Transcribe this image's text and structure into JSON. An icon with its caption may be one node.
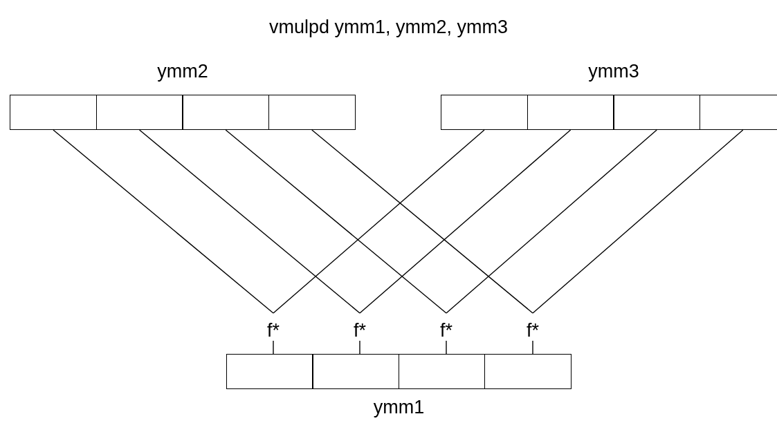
{
  "diagram": {
    "title": "vmulpd ymm1, ymm2, ymm3",
    "nodes": [
      {
        "text": [
          "ymm2"
        ]
      },
      {
        "text": [],
        "shape": "box",
        "in": 0
      },
      {
        "text": [],
        "shape": "box",
        "in": 0
      },
      {
        "text": [],
        "shape": "box",
        "in": 0
      },
      {
        "text": [],
        "shape": "box",
        "in": 0
      },
      {
        "text": [
          "ymm3"
        ]
      },
      {
        "text": [],
        "shape": "box",
        "in": 5
      },
      {
        "text": [],
        "shape": "box",
        "in": 5
      },
      {
        "text": [],
        "shape": "box",
        "in": 5
      },
      {
        "text": [],
        "shape": "box",
        "in": 5
      },
      {
        "text": [
          "f*"
        ]
      },
      {
        "text": [
          "f*"
        ]
      },
      {
        "text": [
          "f*"
        ]
      },
      {
        "text": [
          "f*"
        ]
      },
      {
        "text": [
          "ymm1"
        ]
      },
      {
        "text": [],
        "shape": "box",
        "in": 14
      },
      {
        "text": [],
        "shape": "box",
        "in": 14
      },
      {
        "text": [],
        "shape": "box",
        "in": 14
      },
      {
        "text": [],
        "shape": "box",
        "in": 14
      }
    ],
    "edges": [
      {
        "from": 1,
        "to": 10,
        "arrow": "none"
      },
      {
        "from": 2,
        "to": 11,
        "arrow": "none"
      },
      {
        "from": 3,
        "to": 12,
        "arrow": "none"
      },
      {
        "from": 4,
        "to": 13,
        "arrow": "none"
      },
      {
        "from": 6,
        "to": 10,
        "arrow": "none"
      },
      {
        "from": 7,
        "to": 11,
        "arrow": "none"
      },
      {
        "from": 8,
        "to": 12,
        "arrow": "none"
      },
      {
        "from": 9,
        "to": 13,
        "arrow": "none"
      },
      {
        "from": 10,
        "to": 15,
        "arrow": "none"
      },
      {
        "from": 11,
        "to": 16,
        "arrow": "none"
      },
      {
        "from": 12,
        "to": 17,
        "arrow": "none"
      },
      {
        "from": 13,
        "to": 18,
        "arrow": "none"
      }
    ]
  }
}
